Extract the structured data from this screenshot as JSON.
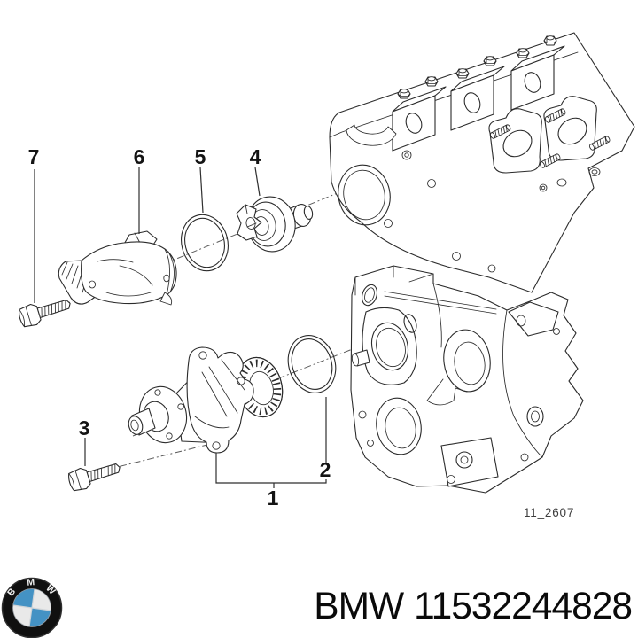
{
  "colors": {
    "background": "#ffffff",
    "line_art": "#2b2b2b",
    "axis_line": "#5a5a5a",
    "label_text": "#141414",
    "ref_text": "#3d3d3d",
    "part_number_text": "#0a0a0a",
    "bmw_blue": "#4492c4",
    "logo_ring_black": "#101010"
  },
  "diagram": {
    "drawing_ref": "11_2607",
    "callouts": {
      "c1": "1",
      "c2": "2",
      "c3": "3",
      "c4": "4",
      "c5": "5",
      "c6": "6",
      "c7": "7"
    }
  },
  "footer": {
    "brand": "BMW",
    "part_number": "11532244828",
    "logo_letters": [
      "B",
      "M",
      "W"
    ]
  }
}
